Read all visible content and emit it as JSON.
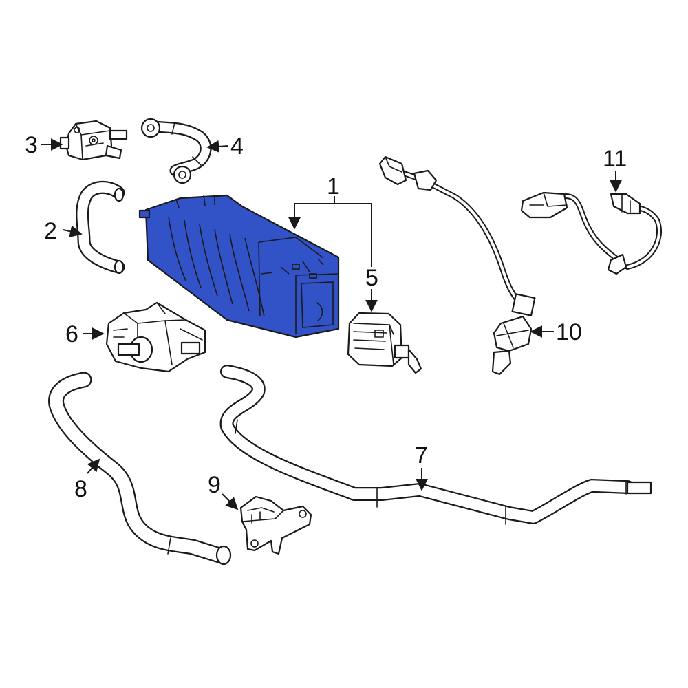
{
  "highlight_color": "#3253c8",
  "line_color": "#1a1a1a",
  "callouts": {
    "c1": "1",
    "c2": "2",
    "c3": "3",
    "c4": "4",
    "c5": "5",
    "c6": "6",
    "c7": "7",
    "c8": "8",
    "c9": "9",
    "c10": "10",
    "c11": "11"
  }
}
